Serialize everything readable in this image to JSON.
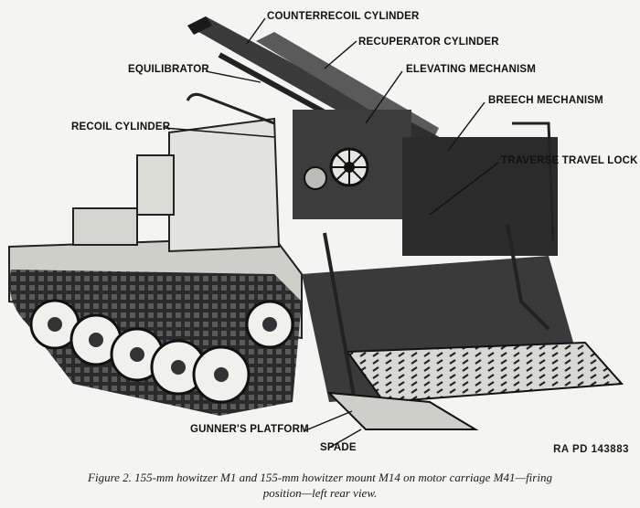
{
  "labels": {
    "counterrecoil": "COUNTERRECOIL CYLINDER",
    "recuperator": "RECUPERATOR CYLINDER",
    "equilibrator": "EQUILIBRATOR",
    "elevating": "ELEVATING MECHANISM",
    "breech": "BREECH MECHANISM",
    "recoil": "RECOIL CYLINDER",
    "traverse": "TRAVERSE TRAVEL LOCK",
    "gunners_platform": "GUNNER'S PLATFORM",
    "spade": "SPADE"
  },
  "ra_number": "RA PD 143883",
  "caption": {
    "line1": "Figure 2.  155-mm howitzer M1 and 155-mm howitzer mount M14 on motor carriage M41—firing",
    "line2": "position—left rear view."
  }
}
